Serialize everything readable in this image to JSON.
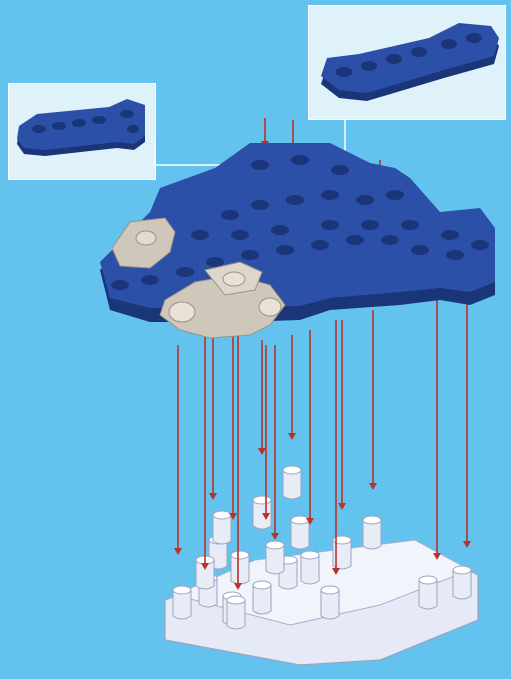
{
  "background_color": "#64c3ee",
  "colors": {
    "beam_blue": "#2c4fa8",
    "beam_blue_dark": "#1a3578",
    "beam_blue_light": "#4a6fc8",
    "connector_gray": "#cfc7b9",
    "connector_gray_dark": "#9a9284",
    "peg_white": "#e8ecf7",
    "peg_outline": "#9aa3c0",
    "arrow_red": "#b8332a",
    "callout_line": "#ffffff"
  },
  "callouts": [
    {
      "id": "left",
      "part_icon": "l-beam-icon",
      "part_color": "beam_blue"
    },
    {
      "id": "right",
      "part_icon": "l-beam-icon",
      "part_color": "beam_blue"
    }
  ],
  "assembly": {
    "upper_part": "blue-beam-assembly",
    "connectors": [
      "cross-connector",
      "cross-connector"
    ],
    "base": "white-peg-base"
  },
  "arrows": {
    "direction": "down",
    "color": "arrow_red"
  }
}
